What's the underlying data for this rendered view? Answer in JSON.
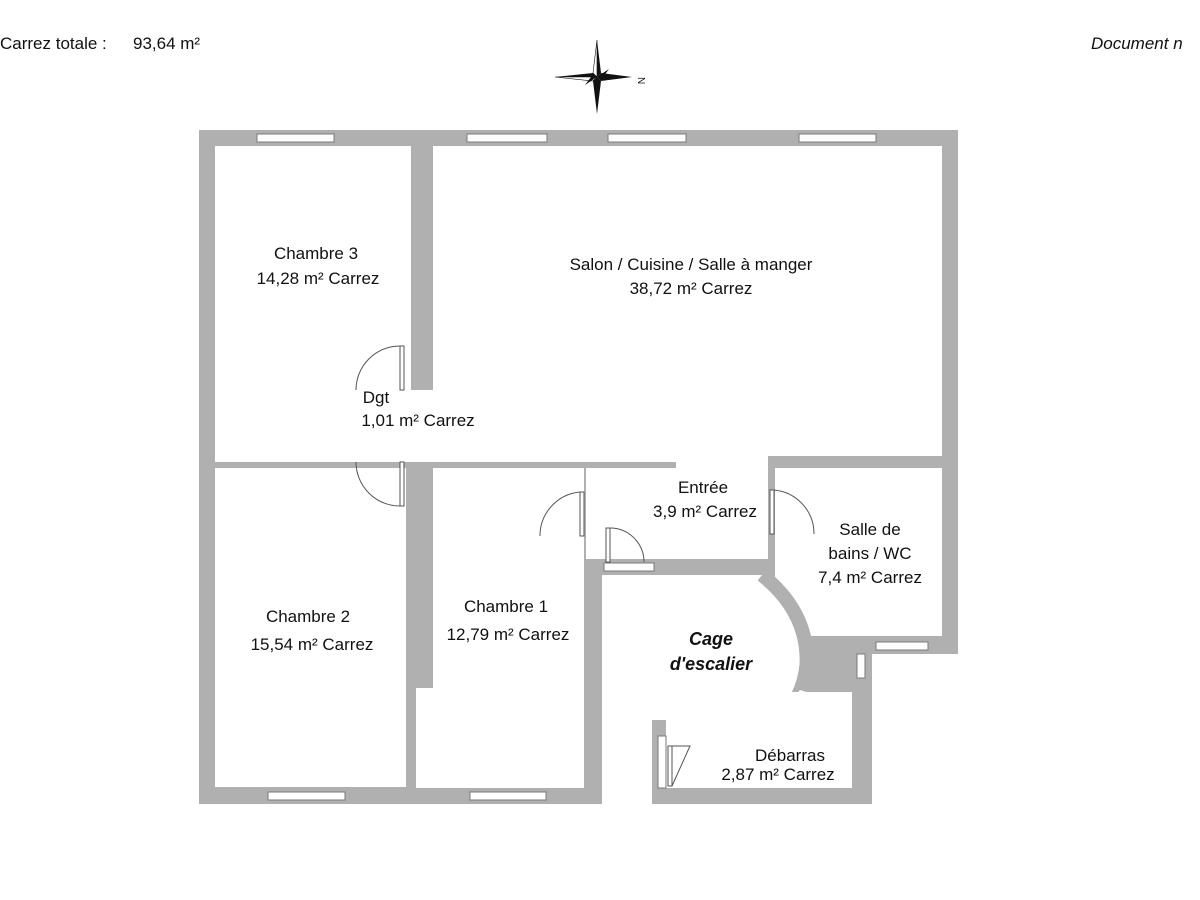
{
  "header": {
    "total_area_label": "Carrez totale :",
    "total_area_value": "93,64 m²",
    "document_note": "Document n"
  },
  "compass": {
    "north_label": "N",
    "icon": "compass-rose-icon"
  },
  "rooms": {
    "chambre3": {
      "name": "Chambre 3",
      "area": "14,28 m² Carrez"
    },
    "salon": {
      "name": "Salon / Cuisine / Salle à manger",
      "area": "38,72 m² Carrez"
    },
    "dgt": {
      "name": "Dgt",
      "area": "1,01 m² Carrez"
    },
    "entree": {
      "name": "Entrée",
      "area": "3,9 m² Carrez"
    },
    "sdb": {
      "name_line1": "Salle de",
      "name_line2": "bains / WC",
      "area": "7,4 m² Carrez"
    },
    "chambre2": {
      "name": "Chambre 2",
      "area": "15,54 m² Carrez"
    },
    "chambre1": {
      "name": "Chambre 1",
      "area": "12,79 m² Carrez"
    },
    "cage": {
      "name_line1": "Cage",
      "name_line2": "d'escalier"
    },
    "debarras": {
      "name": "Débarras",
      "area": "2,87 m² Carrez"
    }
  },
  "colors": {
    "wall": "#b0b0b0",
    "room": "#ffffff",
    "text": "#111111"
  }
}
